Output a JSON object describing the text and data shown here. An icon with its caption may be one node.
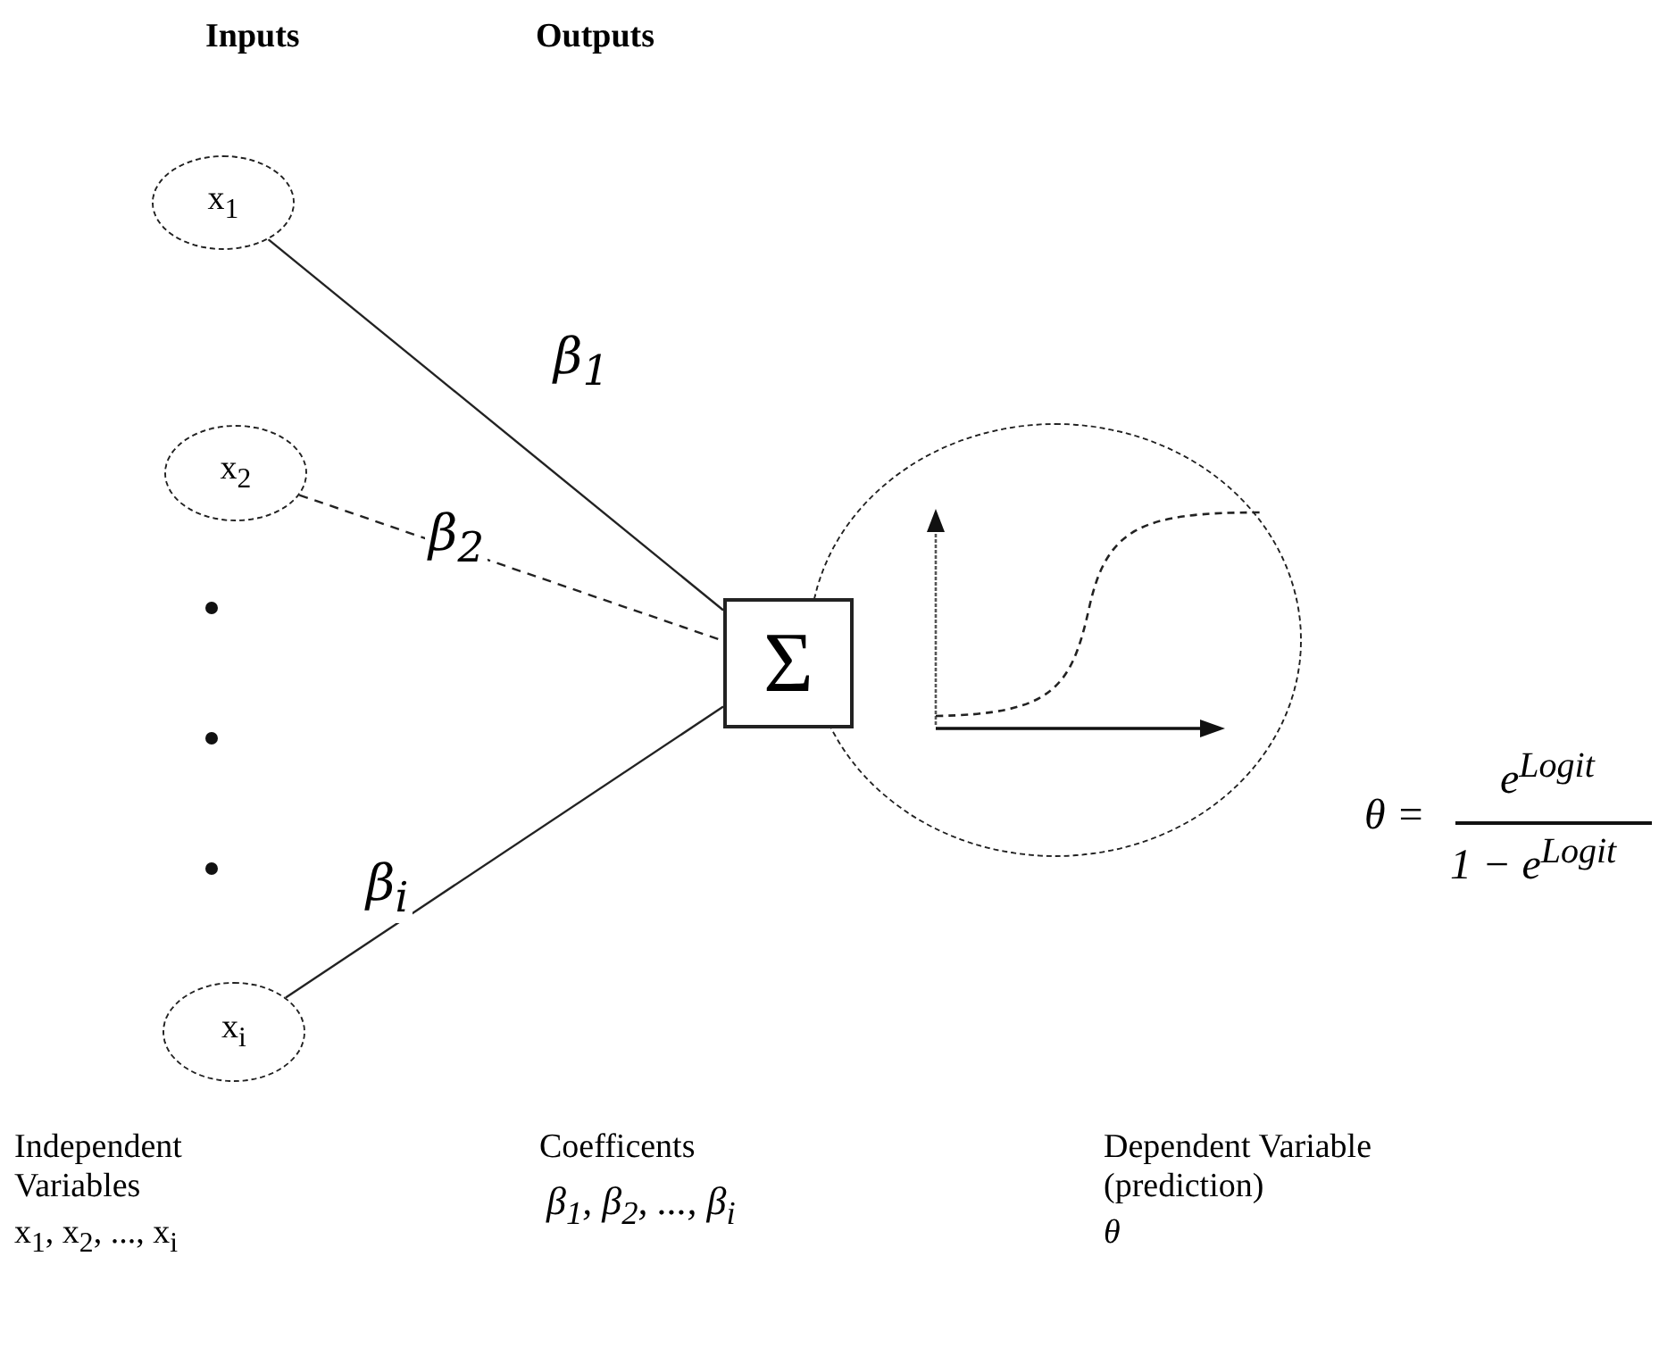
{
  "diagram": {
    "nodes": [
      {
        "text": [
          "x$_{1}$"
        ]
      },
      {
        "text": [
          "x$_{2}$"
        ]
      },
      {
        "text": [
          "x$_{i}$"
        ]
      },
      {
        "text": [
          "Σ"
        ]
      },
      {
        "text": [],
        "shape": "circle"
      }
    ],
    "edges": [
      {
        "from": 0,
        "to": 3,
        "arrow": "none",
        "label": "β$_{1}$"
      },
      {
        "from": 1,
        "to": 3,
        "arrow": "none",
        "label": "β$_{2}$",
        "style": "dashed"
      },
      {
        "from": 2,
        "to": 3,
        "arrow": "none",
        "label": "β$_{i}$"
      }
    ],
    "labels": [
      "Inputs",
      "Outputs",
      "θ =",
      "e$^{Logit}$",
      "1 − e$^{Logit}$",
      "Independent Variables",
      "x$_{1}$, x$_{2}$, ..., x$_{i}$",
      "Coefficents",
      "β$_{1}$, β$_{2}$, ..., β$_{i}$",
      "Dependent Variable (prediction)",
      "θ"
    ]
  }
}
